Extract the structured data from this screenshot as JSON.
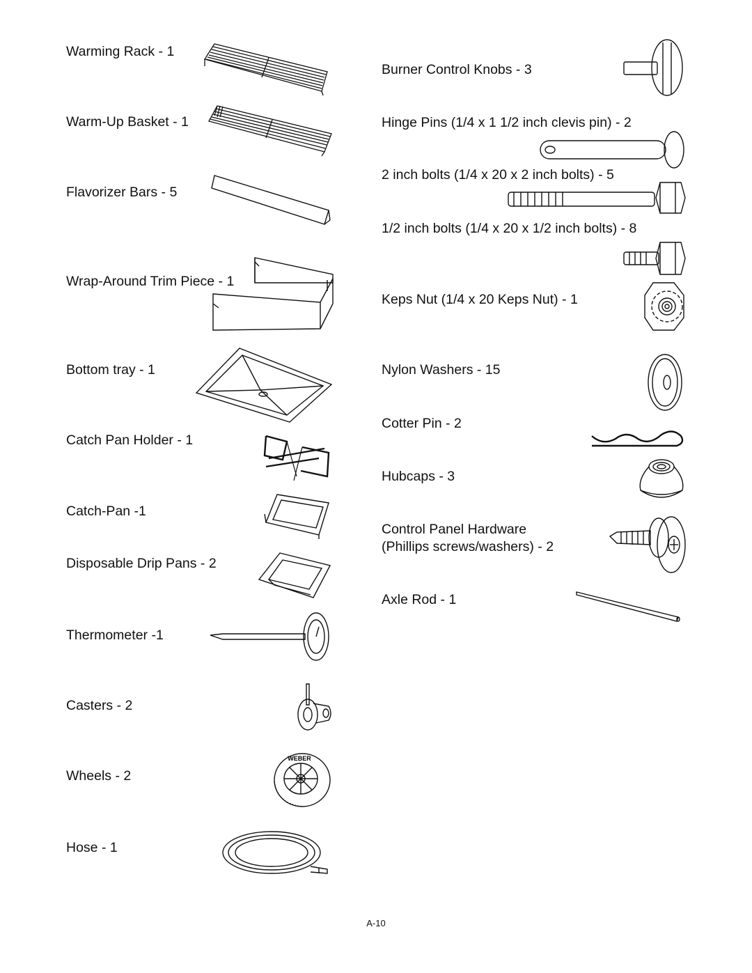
{
  "left_parts": [
    {
      "label": "Warming Rack - 1",
      "icon": "warming-rack-icon"
    },
    {
      "label": "Warm-Up Basket - 1",
      "icon": "warm-up-basket-icon"
    },
    {
      "label": "Flavorizer Bars - 5",
      "icon": "flavorizer-bar-icon"
    },
    {
      "label": "Wrap-Around Trim Piece - 1",
      "icon": "trim-piece-icon"
    },
    {
      "label": "Bottom tray - 1",
      "icon": "bottom-tray-icon"
    },
    {
      "label": "Catch Pan Holder - 1",
      "icon": "catch-pan-holder-icon"
    },
    {
      "label": "Catch-Pan -1",
      "icon": "catch-pan-icon"
    },
    {
      "label": "Disposable Drip Pans - 2",
      "icon": "drip-pan-icon"
    },
    {
      "label": "Thermometer -1",
      "icon": "thermometer-icon"
    },
    {
      "label": "Casters - 2",
      "icon": "caster-icon"
    },
    {
      "label": "Wheels - 2",
      "icon": "wheel-icon"
    },
    {
      "label": "Hose - 1",
      "icon": "hose-icon"
    }
  ],
  "right_parts": [
    {
      "label": "Burner Control Knobs - 3",
      "icon": "control-knob-icon"
    },
    {
      "label": "Hinge Pins (1/4 x 1 1/2 inch clevis pin) - 2",
      "icon": "hinge-pin-icon"
    },
    {
      "label": "2 inch bolts (1/4 x 20 x 2 inch bolts) - 5",
      "icon": "long-bolt-icon"
    },
    {
      "label": "1/2 inch bolts (1/4 x 20 x 1/2 inch bolts) - 8",
      "icon": "short-bolt-icon"
    },
    {
      "label": "Keps Nut (1/4 x 20 Keps Nut) - 1",
      "icon": "keps-nut-icon"
    },
    {
      "label": "Nylon Washers - 15",
      "icon": "nylon-washer-icon"
    },
    {
      "label": "Cotter Pin - 2",
      "icon": "cotter-pin-icon"
    },
    {
      "label": "Hubcaps - 3",
      "icon": "hubcap-icon"
    },
    {
      "label": "Control Panel Hardware",
      "label2": "(Phillips screws/washers) - 2",
      "icon": "phillips-screw-icon"
    },
    {
      "label": "Axle Rod - 1",
      "icon": "axle-rod-icon"
    }
  ],
  "wheel_text": "WEBER",
  "page_number": "A-10"
}
